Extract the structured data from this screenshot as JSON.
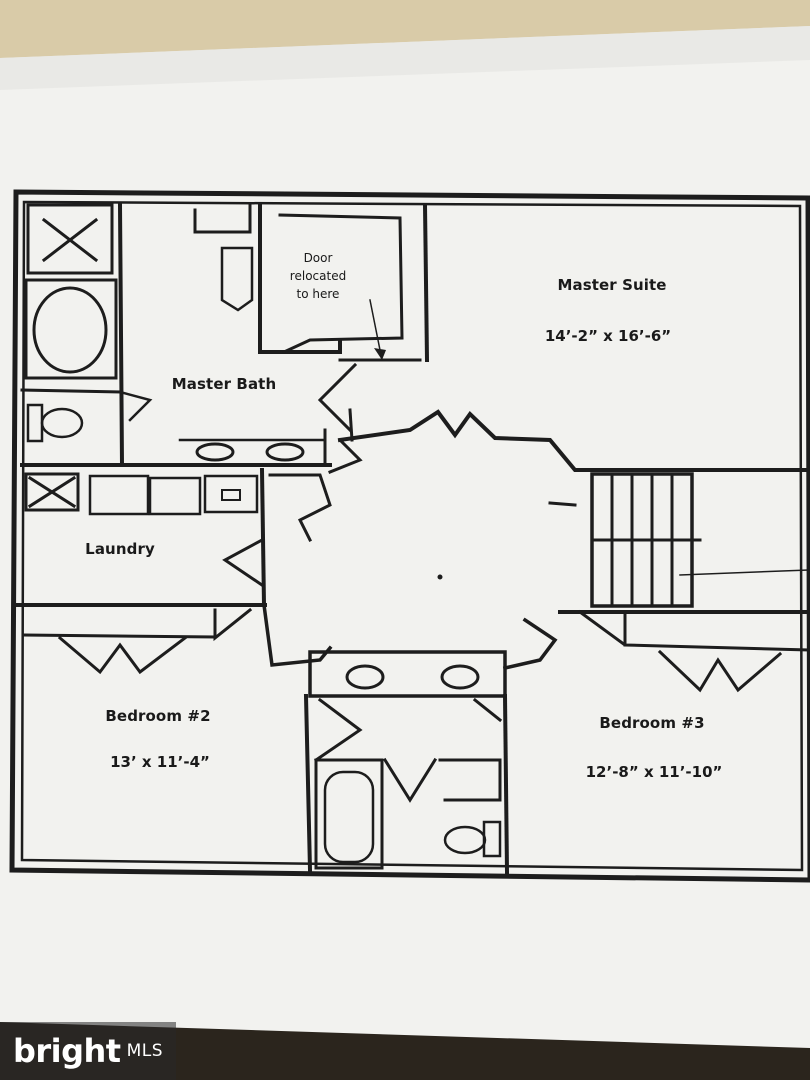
{
  "plan": {
    "note": {
      "line1": "Door",
      "line2": "relocated",
      "line3": "to here"
    },
    "rooms": {
      "master_suite": {
        "label": "Master Suite",
        "dims": "14’-2” x 16’-6”"
      },
      "master_bath": {
        "label": "Master Bath"
      },
      "laundry": {
        "label": "Laundry"
      },
      "bedroom2": {
        "label": "Bedroom #2",
        "dims": "13’ x 11’-4”"
      },
      "bedroom3": {
        "label": "Bedroom #3",
        "dims": "12’-8” x 11’-10”"
      }
    }
  },
  "watermark": {
    "brand": "bright",
    "suffix": "MLS"
  },
  "colors": {
    "paper": "#f4f4f1",
    "ink": "#1a1a1a",
    "table": "#2a241c"
  }
}
